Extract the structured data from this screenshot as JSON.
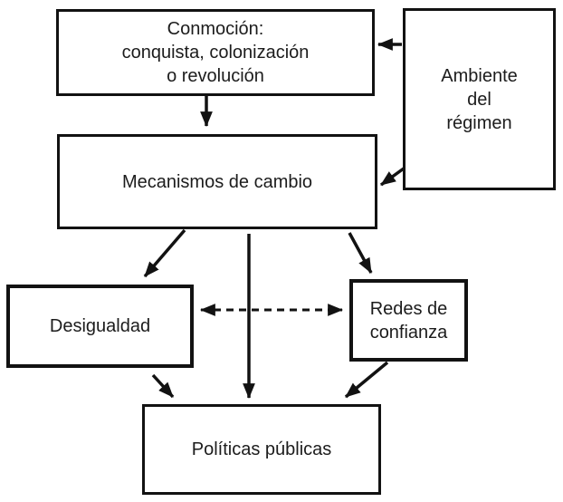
{
  "diagram": {
    "boxes": {
      "conmocion": {
        "label": "Conmoción:\nconquista, colonización\no revolución"
      },
      "ambiente": {
        "label": "Ambiente\ndel\nrégimen"
      },
      "mecanismos": {
        "label": "Mecanismos de cambio"
      },
      "desigualdad": {
        "label": "Desigualdad"
      },
      "redes": {
        "label": "Redes de\nconfianza"
      },
      "politicas": {
        "label": "Políticas públicas"
      }
    },
    "edges": [
      {
        "from": "ambiente",
        "to": "conmocion",
        "style": "solid",
        "bidirectional": false
      },
      {
        "from": "conmocion",
        "to": "mecanismos",
        "style": "solid",
        "bidirectional": false
      },
      {
        "from": "ambiente",
        "to": "mecanismos",
        "style": "solid",
        "bidirectional": false
      },
      {
        "from": "mecanismos",
        "to": "desigualdad",
        "style": "solid",
        "bidirectional": false
      },
      {
        "from": "mecanismos",
        "to": "politicas",
        "style": "solid",
        "bidirectional": false
      },
      {
        "from": "mecanismos",
        "to": "redes",
        "style": "solid",
        "bidirectional": false
      },
      {
        "from": "desigualdad",
        "to": "redes",
        "style": "dashed",
        "bidirectional": true
      },
      {
        "from": "desigualdad",
        "to": "politicas",
        "style": "solid",
        "bidirectional": false
      },
      {
        "from": "redes",
        "to": "politicas",
        "style": "solid",
        "bidirectional": false
      }
    ],
    "colors": {
      "line": "#121212",
      "box_background": "#ffffff",
      "page_background": "#ffffff",
      "text": "#1c1c1c"
    }
  }
}
